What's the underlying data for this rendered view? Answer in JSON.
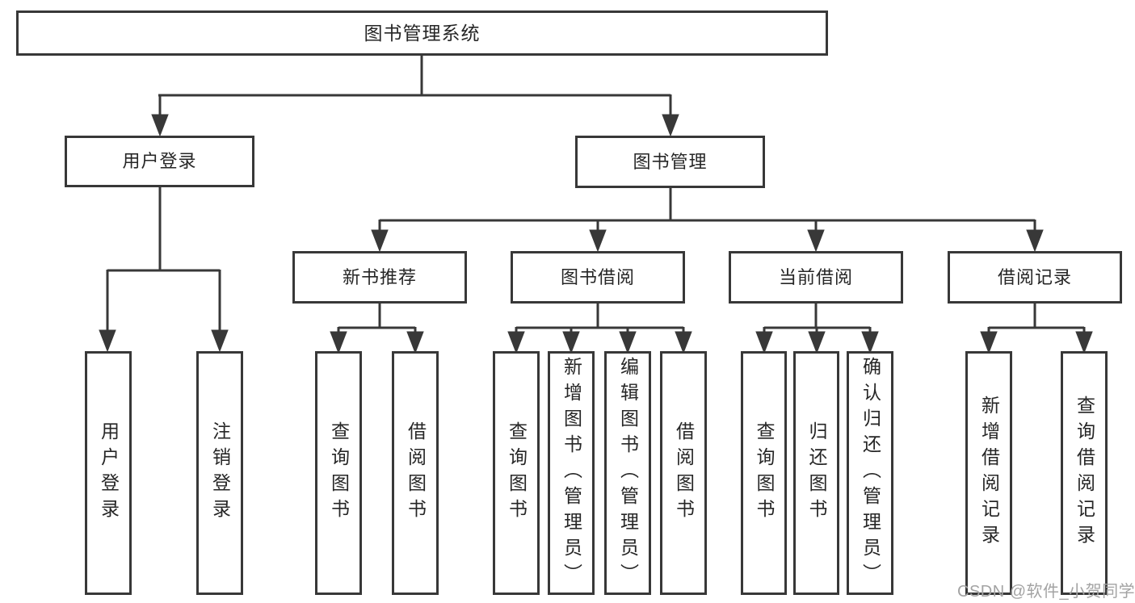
{
  "diagram": {
    "type": "hierarchy",
    "root": {
      "label": "图书管理系统",
      "children": [
        {
          "label": "用户登录",
          "children": [
            {
              "label": "用户登录"
            },
            {
              "label": "注销登录"
            }
          ]
        },
        {
          "label": "图书管理",
          "children": [
            {
              "label": "新书推荐",
              "children": [
                {
                  "label": "查询图书"
                },
                {
                  "label": "借阅图书"
                }
              ]
            },
            {
              "label": "图书借阅",
              "children": [
                {
                  "label": "查询图书"
                },
                {
                  "label": "新增图书（管理员）"
                },
                {
                  "label": "编辑图书（管理员）"
                },
                {
                  "label": "借阅图书"
                }
              ]
            },
            {
              "label": "当前借阅",
              "children": [
                {
                  "label": "查询图书"
                },
                {
                  "label": "归还图书"
                },
                {
                  "label": "确认归还（管理员）"
                }
              ]
            },
            {
              "label": "借阅记录",
              "children": [
                {
                  "label": "新增借阅记录"
                },
                {
                  "label": "查询借阅记录"
                }
              ]
            }
          ]
        }
      ]
    }
  },
  "watermark": {
    "text": "CSDN @软件_小贺同学"
  },
  "colors": {
    "line": "#383838",
    "box_border": "#383838",
    "text": "#262626",
    "watermark": "#a3a3a3",
    "background": "#ffffff"
  }
}
